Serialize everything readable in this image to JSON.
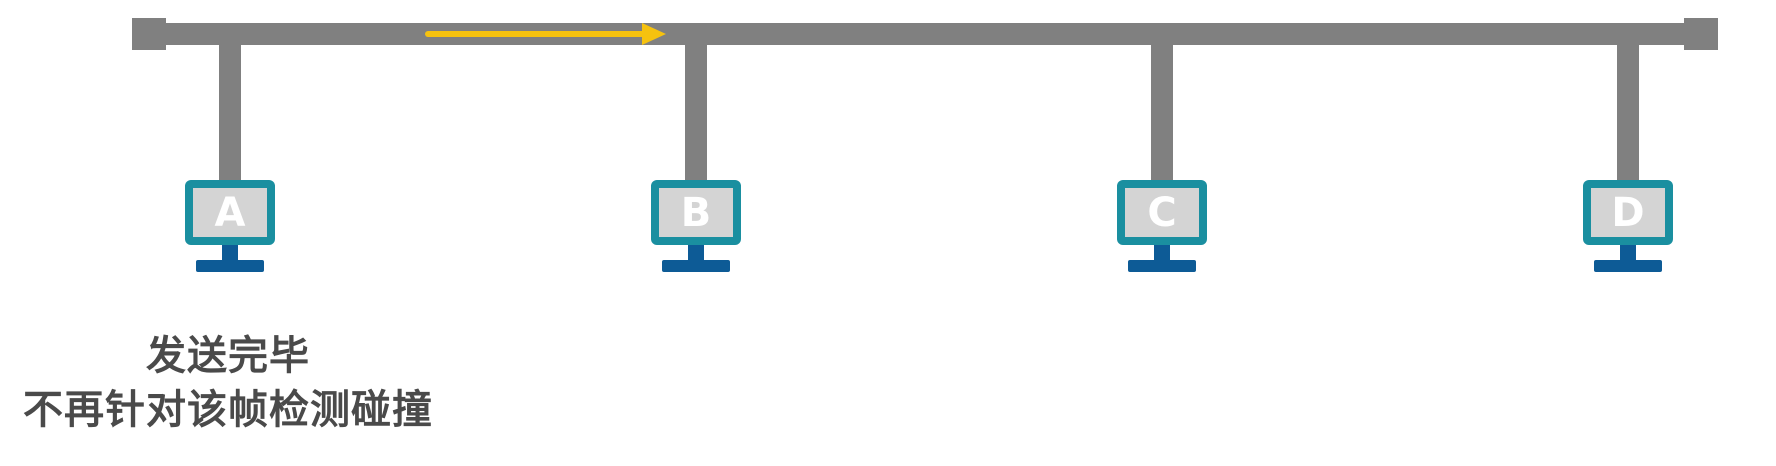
{
  "colors": {
    "bus": "#808080",
    "monitor_frame": "#1a8fa0",
    "monitor_screen": "#d4d4d4",
    "monitor_stand": "#0d5b96",
    "label": "#ffffff",
    "signal": "#f6c20f",
    "caption": "#4a4a4a"
  },
  "stations": [
    {
      "label": "A"
    },
    {
      "label": "B"
    },
    {
      "label": "C"
    },
    {
      "label": "D"
    }
  ],
  "signal": {
    "direction": "right"
  },
  "caption": {
    "line1": "发送完毕",
    "line2": "不再针对该帧检测碰撞"
  }
}
